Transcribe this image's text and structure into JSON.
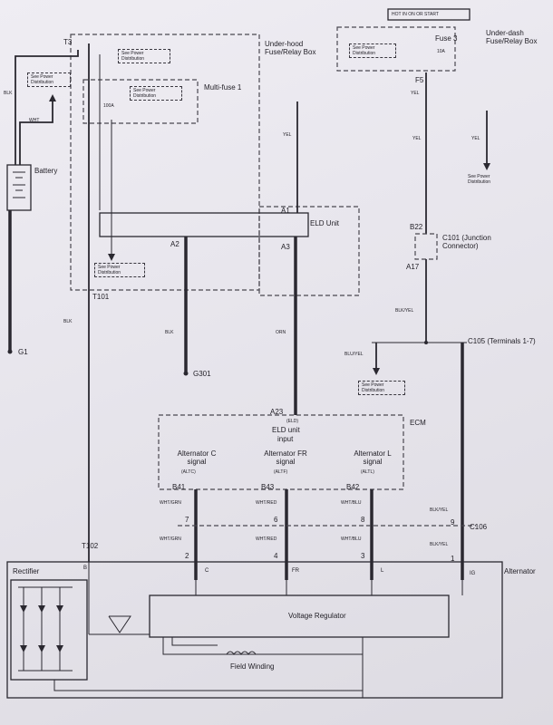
{
  "header_note": "HOT IN ON OR START",
  "see_power": "See Power Distribution",
  "battery": {
    "label": "Battery",
    "ground": "G1",
    "wire_blk": "BLK",
    "wire_wht": "WHT"
  },
  "underhood": {
    "label": "Under-hood Fuse/Relay Box",
    "terminal": "T3",
    "multifuse": "Multi-fuse 1",
    "fuse_rating": "100A",
    "terminal_out": "T101"
  },
  "underdash": {
    "label": "Under-dash Fuse/Relay Box",
    "fuse": "Fuse 3",
    "rating": "10A",
    "terminal": "F5"
  },
  "elu": {
    "label": "ELD Unit",
    "pin_a1": "A1",
    "pin_a2": "A2",
    "pin_a3": "A3",
    "ground": "G301"
  },
  "wires": {
    "yel": "YEL",
    "blk": "BLK",
    "orn": "ORN",
    "blk_yel": "BLK/YEL",
    "blu_yel": "BLU/YEL",
    "wht_grn": "WHT/GRN",
    "wht_red": "WHT/RED",
    "wht_blu": "WHT/BLU"
  },
  "c101": {
    "pin_b22": "B22",
    "label": "C101 (Junction Connector)",
    "pin_a17": "A17"
  },
  "c105": {
    "label": "C105 (Terminals 1-7)"
  },
  "c106": {
    "label": "C106"
  },
  "ecm": {
    "label": "ECM",
    "pin_a23": "A23",
    "eld_title": "(ELD)",
    "eld_sub1": "ELD unit",
    "eld_sub2": "input",
    "sig_c": "Alternator C signal",
    "sig_c_code": "(ALTC)",
    "sig_fr": "Alternator FR signal",
    "sig_fr_code": "(ALTF)",
    "sig_l": "Alternator L signal",
    "sig_l_code": "(ALTL)",
    "pin_b41": "B41",
    "pin_b43": "B43",
    "pin_b42": "B42"
  },
  "connector_nums": {
    "c7": "7",
    "c6": "6",
    "c8": "8",
    "c9": "9",
    "c2": "2",
    "c4": "4",
    "c3": "3",
    "c1": "1"
  },
  "alternator": {
    "label": "Alternator",
    "terminal": "T102",
    "rectifier": "Rectifier",
    "b": "B",
    "c": "C",
    "fr": "FR",
    "l": "L",
    "ig": "IG",
    "regulator": "Voltage Regulator",
    "field": "Field Winding"
  }
}
